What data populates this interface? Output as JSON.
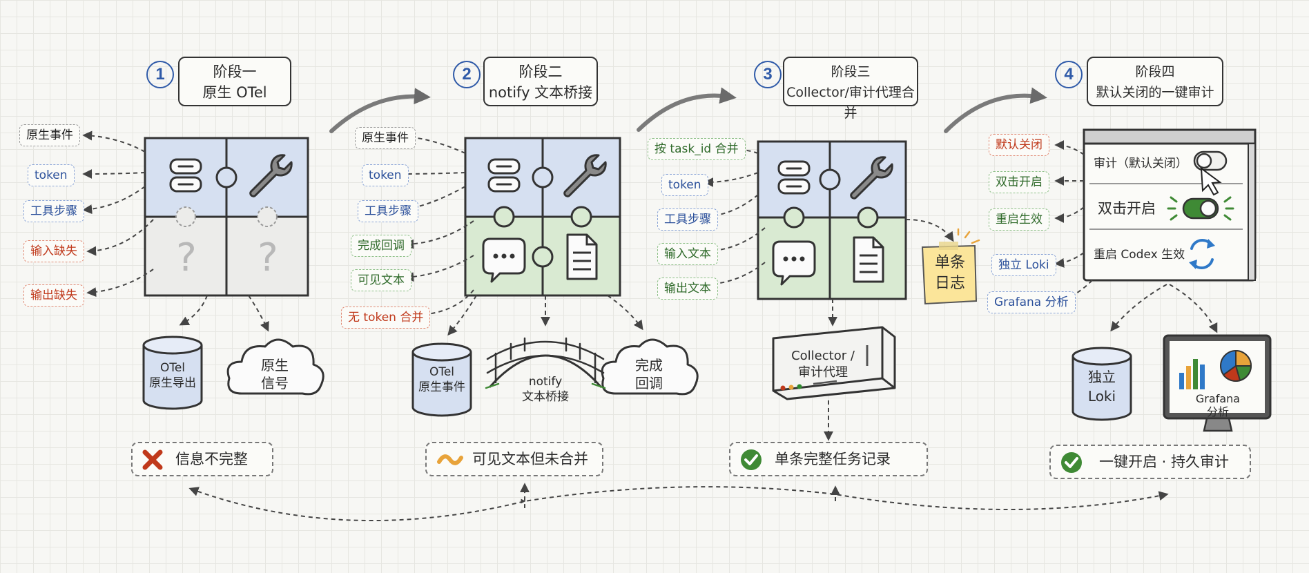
{
  "colors": {
    "blue_accent": "#2f5aa8",
    "puzzle_blue": "#d6e0f1",
    "puzzle_green": "#d9ead2",
    "puzzle_gray": "#ececea",
    "red": "#c0391b",
    "green": "#2f8a2f",
    "sticky": "#fbe59a"
  },
  "stages": [
    {
      "number": "1",
      "title": "阶段一",
      "subtitle": "原生 OTel",
      "tags": [
        {
          "text": "原生事件",
          "color": "black"
        },
        {
          "text": "token",
          "color": "blue"
        },
        {
          "text": "工具步骤",
          "color": "blue"
        },
        {
          "text": "输入缺失",
          "color": "red"
        },
        {
          "text": "输出缺失",
          "color": "red"
        }
      ],
      "outputs": [
        "OTel 原生导出",
        "原生 信号"
      ],
      "output_lines": [
        [
          "OTel",
          "原生导出"
        ],
        [
          "原生",
          "信号"
        ]
      ],
      "result": {
        "icon": "x-mark-icon",
        "text": "信息不完整"
      }
    },
    {
      "number": "2",
      "title": "阶段二",
      "subtitle": "notify 文本桥接",
      "tags": [
        {
          "text": "原生事件",
          "color": "black"
        },
        {
          "text": "token",
          "color": "blue"
        },
        {
          "text": "工具步骤",
          "color": "blue"
        },
        {
          "text": "完成回调",
          "color": "green"
        },
        {
          "text": "可见文本",
          "color": "green"
        },
        {
          "text": "无 token 合并",
          "color": "red"
        }
      ],
      "outputs": [
        "OTel 原生事件",
        "notify 文本桥接",
        "完成 回调"
      ],
      "output_lines": [
        [
          "OTel",
          "原生事件"
        ],
        [
          "notify",
          "文本桥接"
        ],
        [
          "完成",
          "回调"
        ]
      ],
      "result": {
        "icon": "wave-icon",
        "text": "可见文本但未合并"
      }
    },
    {
      "number": "3",
      "title": "阶段三",
      "subtitle": "Collector/审计代理合并",
      "tags": [
        {
          "text": "按 task_id 合并",
          "color": "green"
        },
        {
          "text": "token",
          "color": "blue"
        },
        {
          "text": "工具步骤",
          "color": "blue"
        },
        {
          "text": "输入文本",
          "color": "green"
        },
        {
          "text": "输出文本",
          "color": "green"
        }
      ],
      "sticky_note": [
        "单条",
        "日志"
      ],
      "server": [
        "Collector /",
        "审计代理"
      ],
      "result": {
        "icon": "check-icon",
        "text": "单条完整任务记录"
      }
    },
    {
      "number": "4",
      "title": "阶段四",
      "subtitle": "默认关闭的一键审计",
      "tags": [
        {
          "text": "默认关闭",
          "color": "red"
        },
        {
          "text": "双击开启",
          "color": "green"
        },
        {
          "text": "重启生效",
          "color": "green"
        },
        {
          "text": "独立 Loki",
          "color": "blue"
        },
        {
          "text": "Grafana 分析",
          "color": "blue"
        }
      ],
      "panel": {
        "row1": "审计（默认关闭）",
        "row2": "双击开启",
        "row3": "重启 Codex 生效"
      },
      "outputs": [
        "独立 Loki",
        "Grafana 分析"
      ],
      "output_lines": [
        [
          "独立",
          "Loki"
        ],
        [
          "Grafana",
          "分析"
        ]
      ],
      "result": {
        "icon": "check-icon",
        "text": "一键开启 · 持久审计"
      }
    }
  ]
}
